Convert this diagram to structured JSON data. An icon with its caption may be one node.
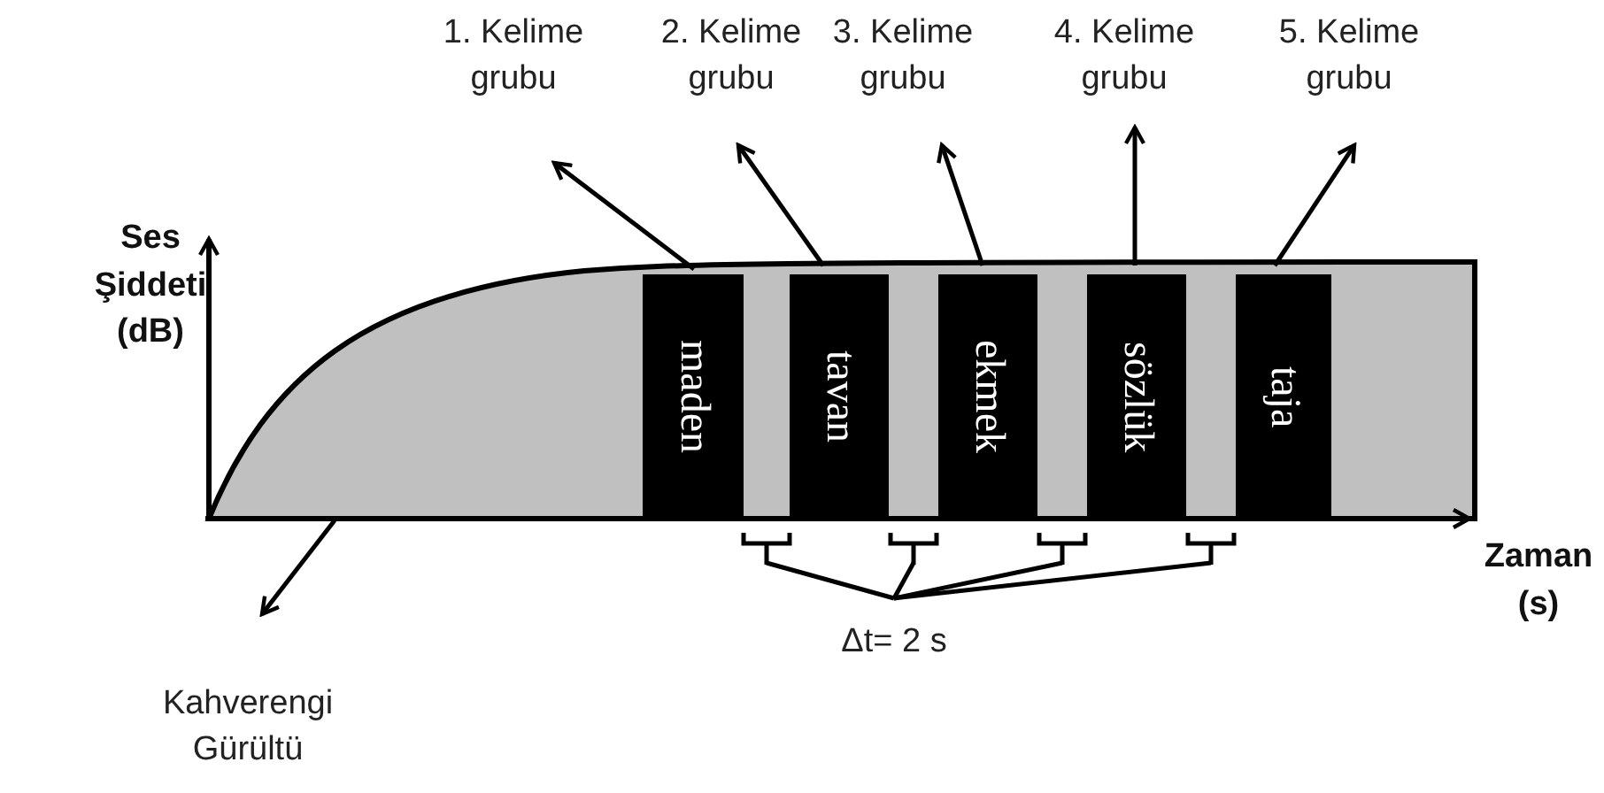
{
  "diagram": {
    "nodes": [
      {
        "text": [],
        "shape": "area"
      },
      {
        "text": [
          "maden"
        ],
        "in": 0
      },
      {
        "text": [
          "tavan"
        ],
        "in": 0
      },
      {
        "text": [
          "ekmek"
        ],
        "in": 0
      },
      {
        "text": [
          "sözlük"
        ],
        "in": 0
      },
      {
        "text": [
          "taja"
        ],
        "in": 0
      },
      {
        "text": [
          "1. Kelime grubu"
        ]
      },
      {
        "text": [
          "2. Kelime grubu"
        ]
      },
      {
        "text": [
          "3. Kelime grubu"
        ]
      },
      {
        "text": [
          "4. Kelime grubu"
        ]
      },
      {
        "text": [
          "5. Kelime grubu"
        ]
      },
      {
        "text": [
          "Kahverengi Gürültü"
        ]
      },
      {
        "text": [
          "Δt= 2 s"
        ]
      },
      {
        "text": [],
        "shape": "bracket"
      },
      {
        "text": [],
        "shape": "bracket"
      },
      {
        "text": [],
        "shape": "bracket"
      },
      {
        "text": [],
        "shape": "bracket"
      }
    ],
    "edges": [
      {
        "from": 1,
        "to": 6,
        "arrow": "to"
      },
      {
        "from": 2,
        "to": 7,
        "arrow": "to"
      },
      {
        "from": 3,
        "to": 8,
        "arrow": "to"
      },
      {
        "from": 4,
        "to": 9,
        "arrow": "to"
      },
      {
        "from": 5,
        "to": 10,
        "arrow": "to"
      },
      {
        "from": 0,
        "to": 11,
        "arrow": "to"
      },
      {
        "from": 12,
        "to": 13,
        "arrow": "none"
      },
      {
        "from": 12,
        "to": 14,
        "arrow": "none"
      },
      {
        "from": 12,
        "to": 15,
        "arrow": "none"
      },
      {
        "from": 12,
        "to": 16,
        "arrow": "none"
      }
    ],
    "labels": [
      "Ses Şiddeti (dB)",
      "Zaman (s)"
    ]
  }
}
